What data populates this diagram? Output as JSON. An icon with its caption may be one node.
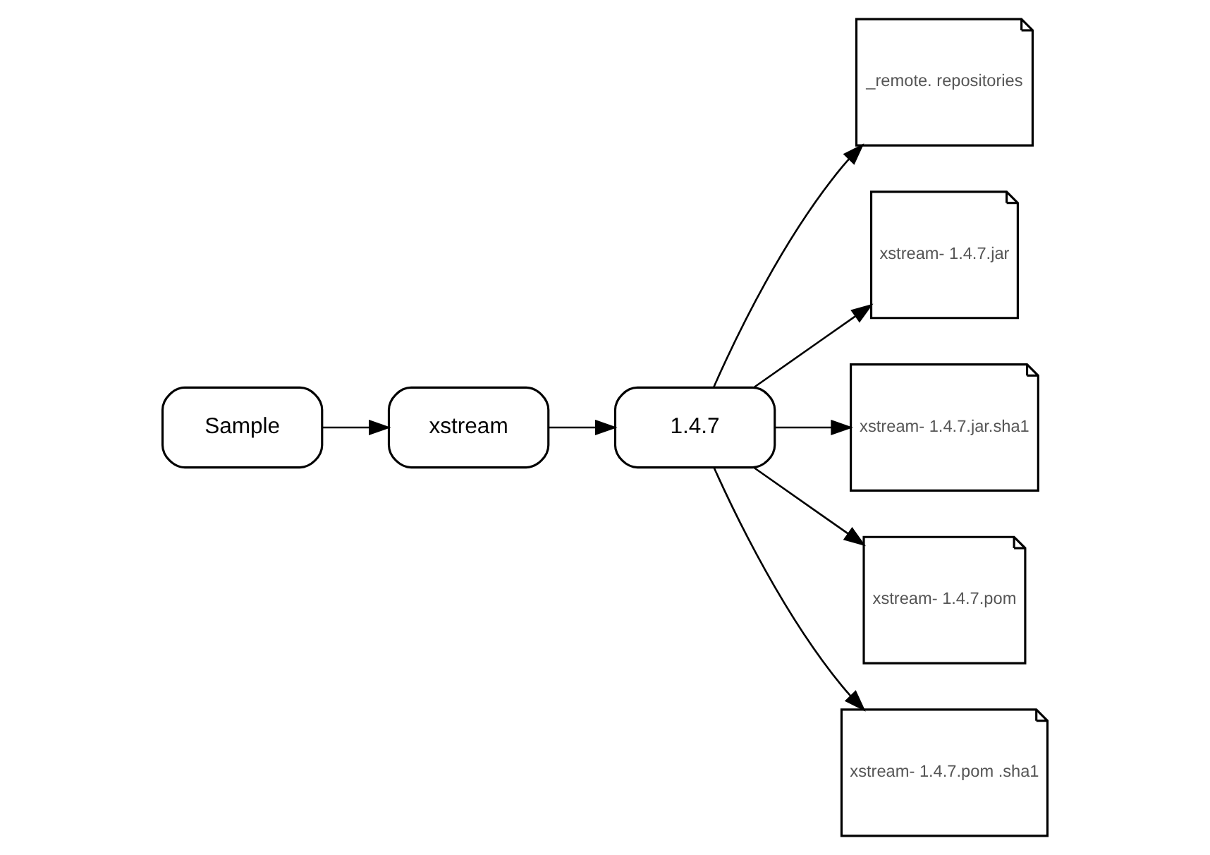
{
  "diagram": {
    "nodes": [
      {
        "text": [
          "Sample"
        ]
      },
      {
        "text": [
          "xstream"
        ]
      },
      {
        "text": [
          "1.4.7"
        ]
      },
      {
        "text": [
          "_remote. repositories"
        ]
      },
      {
        "text": [
          "xstream- 1.4.7.jar"
        ]
      },
      {
        "text": [
          "xstream- 1.4.7.jar.sha1"
        ]
      },
      {
        "text": [
          "xstream- 1.4.7.pom"
        ]
      },
      {
        "text": [
          "xstream- 1.4.7.pom .sha1"
        ]
      }
    ],
    "edges": [
      {
        "from": 0,
        "to": 1,
        "arrow": "to"
      },
      {
        "from": 1,
        "to": 2,
        "arrow": "to"
      },
      {
        "from": 2,
        "to": 3,
        "arrow": "to"
      },
      {
        "from": 2,
        "to": 4,
        "arrow": "to"
      },
      {
        "from": 2,
        "to": 5,
        "arrow": "to"
      },
      {
        "from": 2,
        "to": 6,
        "arrow": "to"
      },
      {
        "from": 2,
        "to": 7,
        "arrow": "to"
      }
    ]
  }
}
